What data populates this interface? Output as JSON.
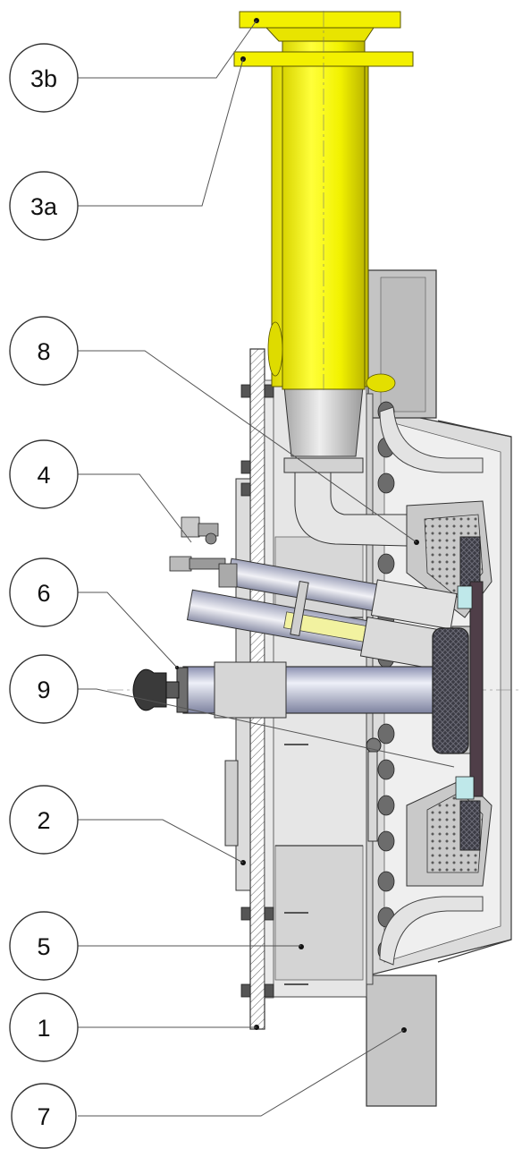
{
  "callouts": [
    {
      "id": "3b",
      "label": "3b"
    },
    {
      "id": "3a",
      "label": "3a"
    },
    {
      "id": "8",
      "label": "8"
    },
    {
      "id": "4",
      "label": "4"
    },
    {
      "id": "6",
      "label": "6"
    },
    {
      "id": "9",
      "label": "9"
    },
    {
      "id": "2",
      "label": "2"
    },
    {
      "id": "5",
      "label": "5"
    },
    {
      "id": "1",
      "label": "1"
    },
    {
      "id": "7",
      "label": "7"
    }
  ],
  "colors": {
    "yellow": "#f2f200",
    "yellow_dark": "#c9c400",
    "grey_part": "#b8b8b8",
    "grey_light": "#d9d9d9",
    "flange_grey": "#9a9a9a",
    "tube_blue": "#c7cbe0",
    "dark_block": "#4a4a55",
    "dark_burgundy": "#5b3c48"
  }
}
